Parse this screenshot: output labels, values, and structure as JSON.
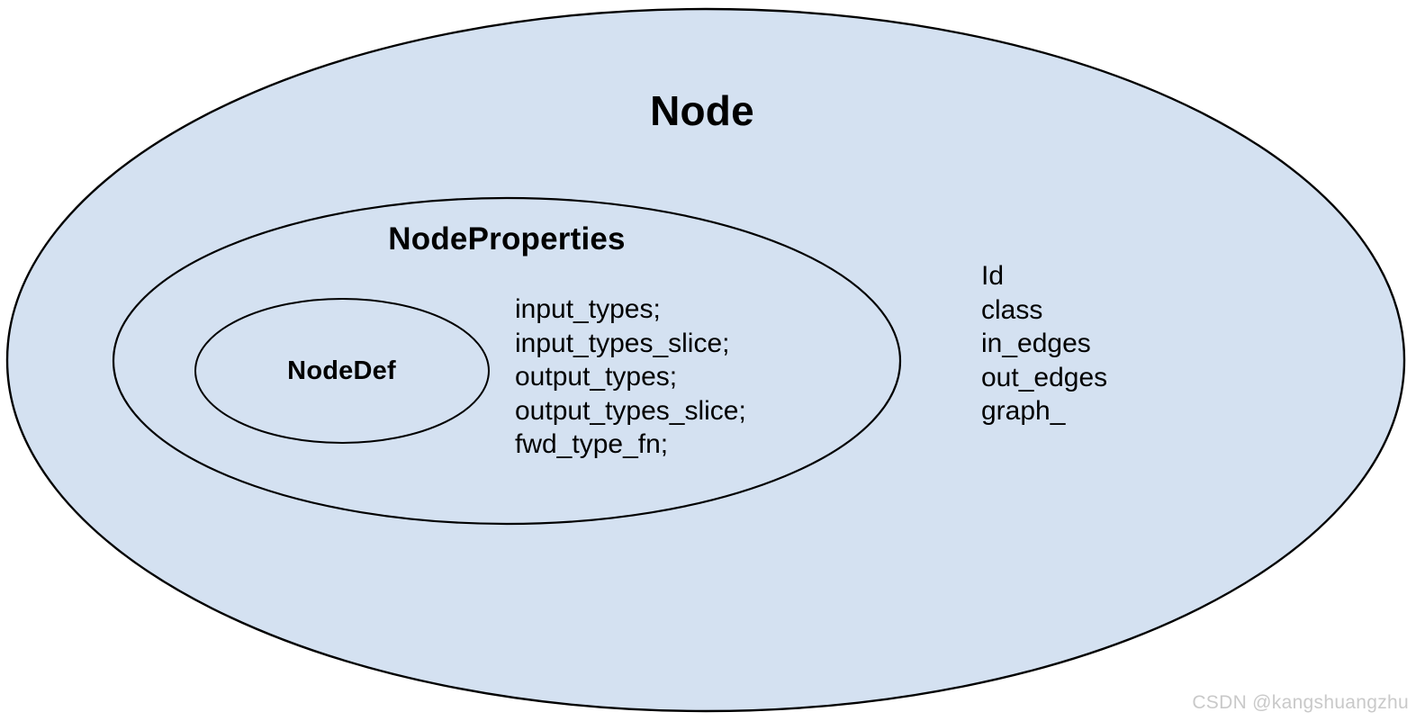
{
  "diagram": {
    "type": "nested-ellipse-containment",
    "background_color": "#ffffff",
    "fill_color": "#d4e1f1",
    "stroke_color": "#000000",
    "outer": {
      "title": "Node",
      "fields": [
        "Id",
        "class",
        "in_edges",
        "out_edges",
        "graph_"
      ]
    },
    "middle": {
      "title": "NodeProperties",
      "fields": [
        "input_types;",
        "input_types_slice;",
        "output_types;",
        "output_types_slice;",
        "fwd_type_fn;"
      ]
    },
    "inner": {
      "title": "NodeDef",
      "fields": []
    }
  },
  "watermark": {
    "text": "CSDN @kangshuangzhu",
    "color": "#c9c9c9"
  }
}
